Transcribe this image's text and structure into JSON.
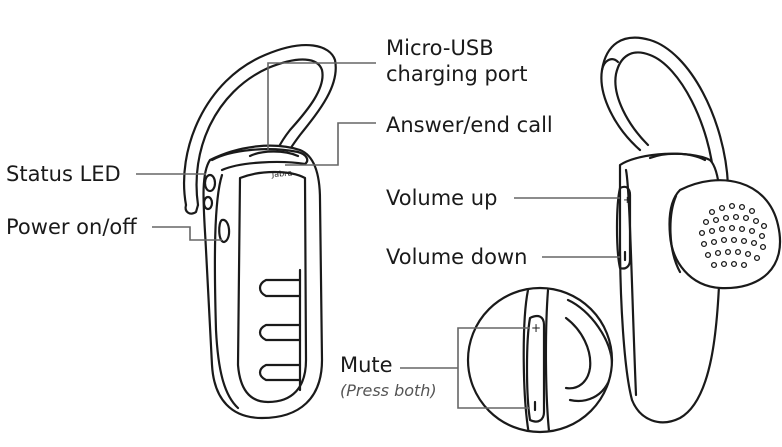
{
  "labels": {
    "micro_usb_line1": "Micro-USB",
    "micro_usb_line2": "charging port",
    "answer_end_call": "Answer/end call",
    "status_led": "Status LED",
    "power": "Power on/off",
    "volume_up": "Volume up",
    "volume_down": "Volume down",
    "mute": "Mute",
    "mute_hint": "(Press both)"
  },
  "brand_mark": "Jabra",
  "colors": {
    "line": "#1a1a1a",
    "leader": "#666666",
    "body_fill": "#ffffff",
    "shade": "#e6e6e6"
  }
}
